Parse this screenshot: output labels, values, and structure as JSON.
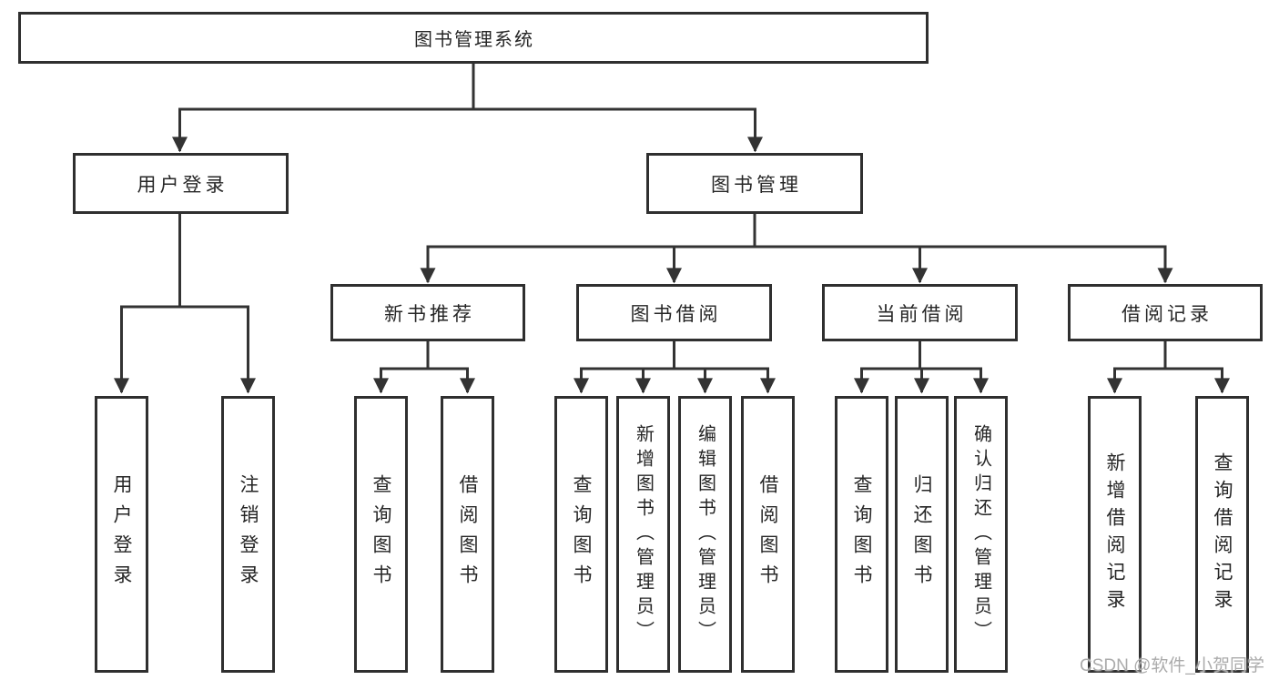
{
  "tree": {
    "root": {
      "label": "图书管理系统"
    },
    "branches": [
      {
        "label": "用户登录",
        "children": [
          {
            "label": "用户登录"
          },
          {
            "label": "注销登录"
          }
        ]
      },
      {
        "label": "图书管理",
        "children": [
          {
            "label": "新书推荐",
            "children": [
              {
                "label": "查询图书"
              },
              {
                "label": "借阅图书"
              }
            ]
          },
          {
            "label": "图书借阅",
            "children": [
              {
                "label": "查询图书"
              },
              {
                "label": "新增图书（管理员）"
              },
              {
                "label": "编辑图书（管理员）"
              },
              {
                "label": "借阅图书"
              }
            ]
          },
          {
            "label": "当前借阅",
            "children": [
              {
                "label": "查询图书"
              },
              {
                "label": "归还图书"
              },
              {
                "label": "确认归还（管理员）"
              }
            ]
          },
          {
            "label": "借阅记录",
            "children": [
              {
                "label": "新增借阅记录"
              },
              {
                "label": "查询借阅记录"
              }
            ]
          }
        ]
      }
    ]
  },
  "watermark": {
    "text": "CSDN @软件_小贺同学"
  },
  "colors": {
    "line": "#333333",
    "border": "#2f2f2f",
    "text": "#262626",
    "background": "#ffffff",
    "watermark": "#ababab"
  }
}
